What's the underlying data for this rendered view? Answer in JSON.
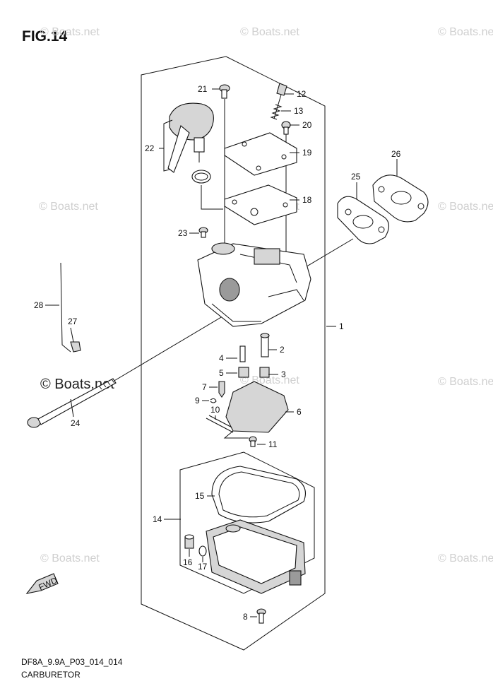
{
  "figure": {
    "title": "FIG.14",
    "code": "DF8A_9.9A_P03_014_014",
    "name": "CARBURETOR"
  },
  "watermark": {
    "text": "© Boats.net"
  },
  "callouts": [
    "1",
    "2",
    "3",
    "4",
    "5",
    "6",
    "7",
    "8",
    "9",
    "10",
    "11",
    "12",
    "13",
    "14",
    "15",
    "16",
    "17",
    "18",
    "19",
    "20",
    "21",
    "22",
    "23",
    "24",
    "25",
    "26",
    "27",
    "28"
  ],
  "fwd_label": "FWD"
}
